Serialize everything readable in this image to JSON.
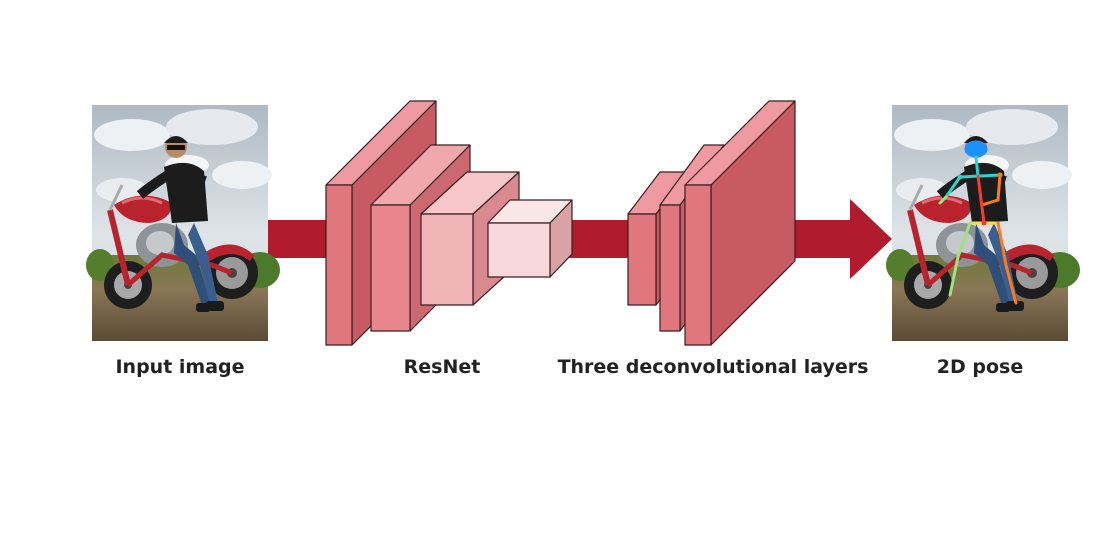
{
  "labels": {
    "input_image": "Input image",
    "resnet": "ResNet",
    "deconv": "Three deconvolutional layers",
    "pose": "2D pose"
  },
  "colors": {
    "arrow": "#b01c2e",
    "block_front_1": "#e0777f",
    "block_front_2": "#ea9a9f",
    "block_front_3": "#f2bcbf",
    "block_front_4": "#f8dcdd",
    "block_side": "#c75a62",
    "sky": "#c9d1d8",
    "ground": "#7a6a4f",
    "motorcycle": "#b8232e",
    "skeleton_colors": [
      "#2fd3c9",
      "#ff7a1a",
      "#f2e04a",
      "#ff3a2a",
      "#9be37a"
    ]
  }
}
